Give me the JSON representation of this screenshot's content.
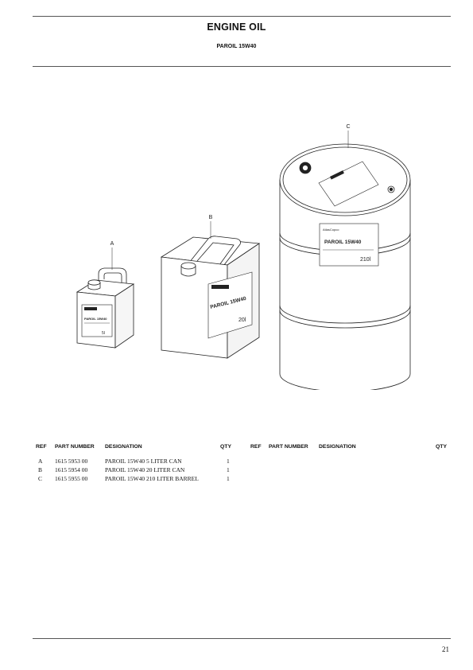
{
  "page": {
    "title": "ENGINE OIL",
    "subtitle": "PAROIL 15W40",
    "page_number": "21"
  },
  "illustration": {
    "callout_a": "A",
    "callout_b": "B",
    "callout_c": "C",
    "label_paroil": "PAROIL 15W40",
    "label_brand": "AtlasCopco",
    "label_5l": "5l",
    "label_20l": "20l",
    "label_210l": "210l"
  },
  "table": {
    "headers_left": {
      "ref": "REF",
      "part": "PART NUMBER",
      "designation": "DESIGNATION",
      "qty": "QTY"
    },
    "headers_right": {
      "ref": "REF",
      "part": "PART NUMBER",
      "designation": "DESIGNATION",
      "qty": "QTY"
    },
    "rows": [
      {
        "ref": "A",
        "part": "1615 5953 00",
        "designation": "PAROIL 15W40 5 LITER CAN",
        "qty": "1"
      },
      {
        "ref": "B",
        "part": "1615 5954 00",
        "designation": "PAROIL 15W40 20 LITER CAN",
        "qty": "1"
      },
      {
        "ref": "C",
        "part": "1615 5955 00",
        "designation": "PAROIL 15W40 210 LITER BARREL",
        "qty": "1"
      }
    ]
  }
}
